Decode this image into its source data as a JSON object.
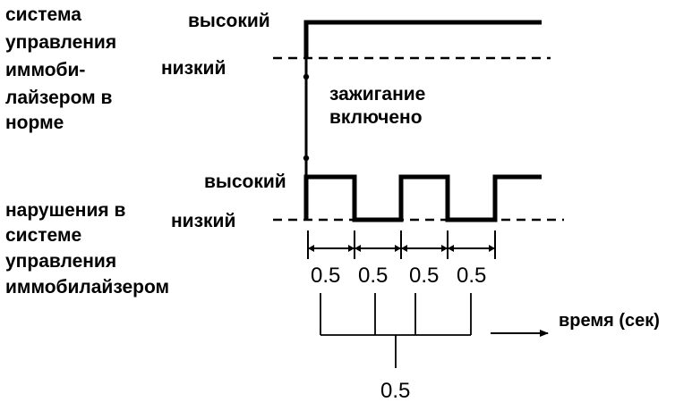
{
  "normal": {
    "lines": [
      "система",
      "управления",
      "иммоби-",
      "лайзером в",
      "норме"
    ],
    "high": "высокий",
    "low": "низкий"
  },
  "ignition": [
    "зажигание",
    "включено"
  ],
  "fault": {
    "lines": [
      "нарушения в",
      "системе",
      "управления",
      "иммобилайзером"
    ],
    "high": "высокий",
    "low": "низкий"
  },
  "intervals": [
    "0.5",
    "0.5",
    "0.5",
    "0.5"
  ],
  "bracket_value": "0.5",
  "time_axis": "время (сек)",
  "colors": {
    "ink": "#000000",
    "background": "#ffffff"
  }
}
